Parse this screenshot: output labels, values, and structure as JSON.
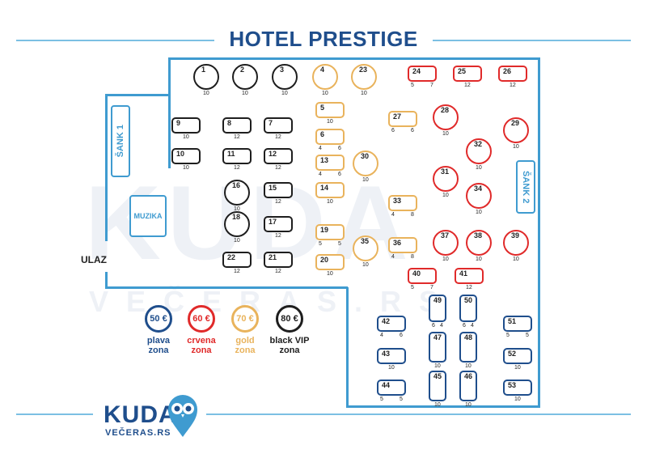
{
  "title": "HOTEL  PRESTIGE",
  "areas": {
    "sank1": "ŠANK 1",
    "sank2": "ŠANK 2",
    "muzika": "MUZIKA",
    "ulaz": "ULAZ"
  },
  "watermark": {
    "main": "KUDA",
    "sub": "VEČERAS.RS"
  },
  "logo": {
    "main": "KUDA",
    "sub": "VEČERAS.RS"
  },
  "colors": {
    "black": "#1e1e1e",
    "red": "#e02a2a",
    "gold": "#e9b35c",
    "blue": "#1f4e8c",
    "wall": "#3f9bd0"
  },
  "legend": [
    {
      "price": "50 €",
      "label1": "plava",
      "label2": "zona",
      "color": "#1f4e8c"
    },
    {
      "price": "60 €",
      "label1": "crvena",
      "label2": "zona",
      "color": "#e02a2a"
    },
    {
      "price": "70 €",
      "label1": "gold",
      "label2": "zona",
      "color": "#e9b35c"
    },
    {
      "price": "80 €",
      "label1": "black VIP",
      "label2": "zona",
      "color": "#1e1e1e"
    }
  ],
  "tables": [
    {
      "id": "1",
      "zone": "black",
      "shape": "circle",
      "seats": [
        "10"
      ]
    },
    {
      "id": "2",
      "zone": "black",
      "shape": "circle",
      "seats": [
        "10"
      ]
    },
    {
      "id": "3",
      "zone": "black",
      "shape": "circle",
      "seats": [
        "10"
      ]
    },
    {
      "id": "4",
      "zone": "gold",
      "shape": "circle",
      "seats": [
        "10"
      ]
    },
    {
      "id": "23",
      "zone": "gold",
      "shape": "circle",
      "seats": [
        "10"
      ]
    },
    {
      "id": "24",
      "zone": "red",
      "shape": "rect",
      "seats": [
        "5",
        "7"
      ]
    },
    {
      "id": "25",
      "zone": "red",
      "shape": "rect",
      "seats": [
        "12"
      ]
    },
    {
      "id": "26",
      "zone": "red",
      "shape": "rect",
      "seats": [
        "12"
      ]
    },
    {
      "id": "9",
      "zone": "black",
      "shape": "rect",
      "seats": [
        "10"
      ]
    },
    {
      "id": "8",
      "zone": "black",
      "shape": "rect",
      "seats": [
        "12"
      ]
    },
    {
      "id": "7",
      "zone": "black",
      "shape": "rect",
      "seats": [
        "12"
      ]
    },
    {
      "id": "5",
      "zone": "gold",
      "shape": "rect",
      "seats": [
        "10"
      ]
    },
    {
      "id": "27",
      "zone": "gold",
      "shape": "rect",
      "seats": [
        "6",
        "6"
      ]
    },
    {
      "id": "28",
      "zone": "red",
      "shape": "circle",
      "seats": [
        "10"
      ]
    },
    {
      "id": "29",
      "zone": "red",
      "shape": "circle",
      "seats": [
        "10"
      ]
    },
    {
      "id": "6",
      "zone": "gold",
      "shape": "rect",
      "seats": [
        "4",
        "6"
      ]
    },
    {
      "id": "32",
      "zone": "red",
      "shape": "circle",
      "seats": [
        "10"
      ]
    },
    {
      "id": "10",
      "zone": "black",
      "shape": "rect",
      "seats": [
        "10"
      ]
    },
    {
      "id": "11",
      "zone": "black",
      "shape": "rect",
      "seats": [
        "12"
      ]
    },
    {
      "id": "12",
      "zone": "black",
      "shape": "rect",
      "seats": [
        "12"
      ]
    },
    {
      "id": "13",
      "zone": "gold",
      "shape": "rect",
      "seats": [
        "4",
        "6"
      ]
    },
    {
      "id": "30",
      "zone": "gold",
      "shape": "circle",
      "seats": [
        "10"
      ]
    },
    {
      "id": "31",
      "zone": "red",
      "shape": "circle",
      "seats": [
        "10"
      ]
    },
    {
      "id": "16",
      "zone": "black",
      "shape": "circle",
      "seats": [
        "10"
      ]
    },
    {
      "id": "15",
      "zone": "black",
      "shape": "rect",
      "seats": [
        "12"
      ]
    },
    {
      "id": "14",
      "zone": "gold",
      "shape": "rect",
      "seats": [
        "10"
      ]
    },
    {
      "id": "34",
      "zone": "red",
      "shape": "circle",
      "seats": [
        "10"
      ]
    },
    {
      "id": "33",
      "zone": "gold",
      "shape": "rect",
      "seats": [
        "4",
        "8"
      ]
    },
    {
      "id": "18",
      "zone": "black",
      "shape": "circle",
      "seats": [
        "10"
      ]
    },
    {
      "id": "17",
      "zone": "black",
      "shape": "rect",
      "seats": [
        "12"
      ]
    },
    {
      "id": "19",
      "zone": "gold",
      "shape": "rect",
      "seats": [
        "5",
        "5"
      ]
    },
    {
      "id": "37",
      "zone": "red",
      "shape": "circle",
      "seats": [
        "10"
      ]
    },
    {
      "id": "38",
      "zone": "red",
      "shape": "circle",
      "seats": [
        "10"
      ]
    },
    {
      "id": "39",
      "zone": "red",
      "shape": "circle",
      "seats": [
        "10"
      ]
    },
    {
      "id": "35",
      "zone": "gold",
      "shape": "circle",
      "seats": [
        "10"
      ]
    },
    {
      "id": "36",
      "zone": "gold",
      "shape": "rect",
      "seats": [
        "4",
        "8"
      ]
    },
    {
      "id": "22",
      "zone": "black",
      "shape": "rect",
      "seats": [
        "12"
      ]
    },
    {
      "id": "21",
      "zone": "black",
      "shape": "rect",
      "seats": [
        "12"
      ]
    },
    {
      "id": "20",
      "zone": "gold",
      "shape": "rect",
      "seats": [
        "10"
      ]
    },
    {
      "id": "40",
      "zone": "red",
      "shape": "rect",
      "seats": [
        "5",
        "7"
      ]
    },
    {
      "id": "41",
      "zone": "red",
      "shape": "rect",
      "seats": [
        "12"
      ]
    },
    {
      "id": "49",
      "zone": "blue",
      "shape": "rect",
      "seats": [
        "6",
        "4"
      ]
    },
    {
      "id": "50",
      "zone": "blue",
      "shape": "rect",
      "seats": [
        "6",
        "4"
      ]
    },
    {
      "id": "42",
      "zone": "blue",
      "shape": "rect",
      "seats": [
        "4",
        "6"
      ]
    },
    {
      "id": "51",
      "zone": "blue",
      "shape": "rect",
      "seats": [
        "5",
        "5"
      ]
    },
    {
      "id": "47",
      "zone": "blue",
      "shape": "rect",
      "seats": [
        "10"
      ]
    },
    {
      "id": "48",
      "zone": "blue",
      "shape": "rect",
      "seats": [
        "10"
      ]
    },
    {
      "id": "43",
      "zone": "blue",
      "shape": "rect",
      "seats": [
        "10"
      ]
    },
    {
      "id": "52",
      "zone": "blue",
      "shape": "rect",
      "seats": [
        "10"
      ]
    },
    {
      "id": "45",
      "zone": "blue",
      "shape": "rect",
      "seats": [
        "10"
      ]
    },
    {
      "id": "46",
      "zone": "blue",
      "shape": "rect",
      "seats": [
        "10"
      ]
    },
    {
      "id": "44",
      "zone": "blue",
      "shape": "rect",
      "seats": [
        "5",
        "5"
      ]
    },
    {
      "id": "53",
      "zone": "blue",
      "shape": "rect",
      "seats": [
        "10"
      ]
    }
  ]
}
